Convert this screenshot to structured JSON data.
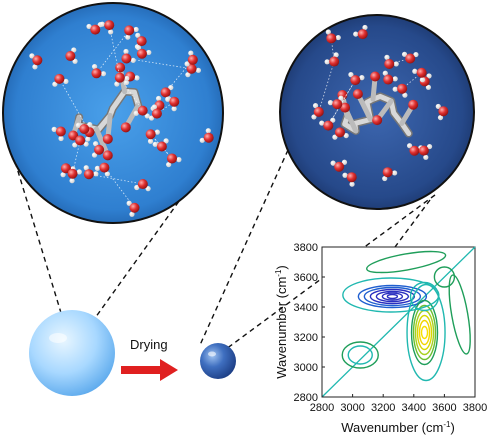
{
  "process": {
    "label": "Drying",
    "arrow_color": "#e02020"
  },
  "colors": {
    "circle_left": "#3a86d6",
    "circle_right": "#2a4f93",
    "oxygen": "#e03030",
    "hydrogen": "#ffffff",
    "carbon": "#bfbfbf"
  },
  "map": {
    "xlabel": "Wavenumber (cm",
    "xlabel_sup": "-1",
    "xlabel_tail": ")",
    "ylabel": "Wavenumber (cm",
    "ylabel_sup": "-1",
    "ylabel_tail": ")",
    "x_ticks": [
      "2800",
      "3000",
      "3200",
      "3400",
      "3600",
      "3800"
    ],
    "y_ticks": [
      "2800",
      "3000",
      "3200",
      "3400",
      "3600",
      "3800"
    ],
    "range": [
      2800,
      3800
    ],
    "contour_colors": [
      "#20b8b0",
      "#1f9e5a",
      "#2a3fd0",
      "#a8d020",
      "#f2d400"
    ]
  }
}
